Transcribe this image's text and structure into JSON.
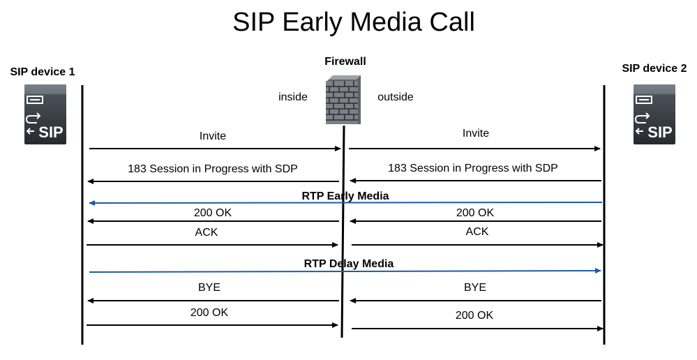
{
  "title": "SIP Early Media Call",
  "left_device": {
    "label": "SIP device 1",
    "icon_text": "SIP",
    "icon": "sip-device-icon"
  },
  "right_device": {
    "label": "SIP device 2",
    "icon_text": "SIP",
    "icon": "sip-device-icon"
  },
  "firewall": {
    "label": "Firewall",
    "icon": "firewall-brick-icon",
    "inside_label": "inside",
    "outside_label": "outside"
  },
  "colors": {
    "media_arrow": "#1f5aa6",
    "signal_arrow": "#000000",
    "device_body": "#3a3f45",
    "firewall_brick": "#7d8087"
  },
  "messages": {
    "invite_left": "Invite",
    "invite_right": "Invite",
    "session_progress_left": "183 Session in Progress with SDP",
    "session_progress_right": "183 Session in Progress with SDP",
    "rtp_early_media": "RTP Early Media",
    "ok_1_left": "200 OK",
    "ok_1_right": "200 OK",
    "ack_left": "ACK",
    "ack_right": "ACK",
    "rtp_delay_media": "RTP Delay Media",
    "bye_left": "BYE",
    "bye_right": "BYE",
    "ok_2_left": "200 OK",
    "ok_2_right": "200 OK"
  }
}
